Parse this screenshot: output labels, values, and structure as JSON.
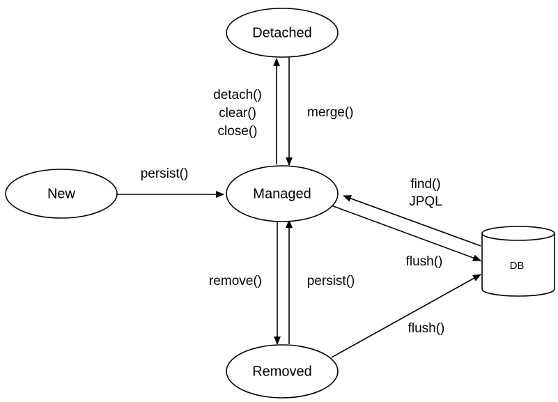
{
  "nodes": {
    "detached": "Detached",
    "new": "New",
    "managed": "Managed",
    "removed": "Removed",
    "db": "DB"
  },
  "edges": {
    "detach_labels": [
      "detach()",
      "clear()",
      "close()"
    ],
    "merge": "merge()",
    "persist_new": "persist()",
    "find_labels": [
      "find()",
      "JPQL"
    ],
    "flush_managed": "flush()",
    "remove": "remove()",
    "persist_removed": "persist()",
    "flush_removed": "flush()"
  }
}
